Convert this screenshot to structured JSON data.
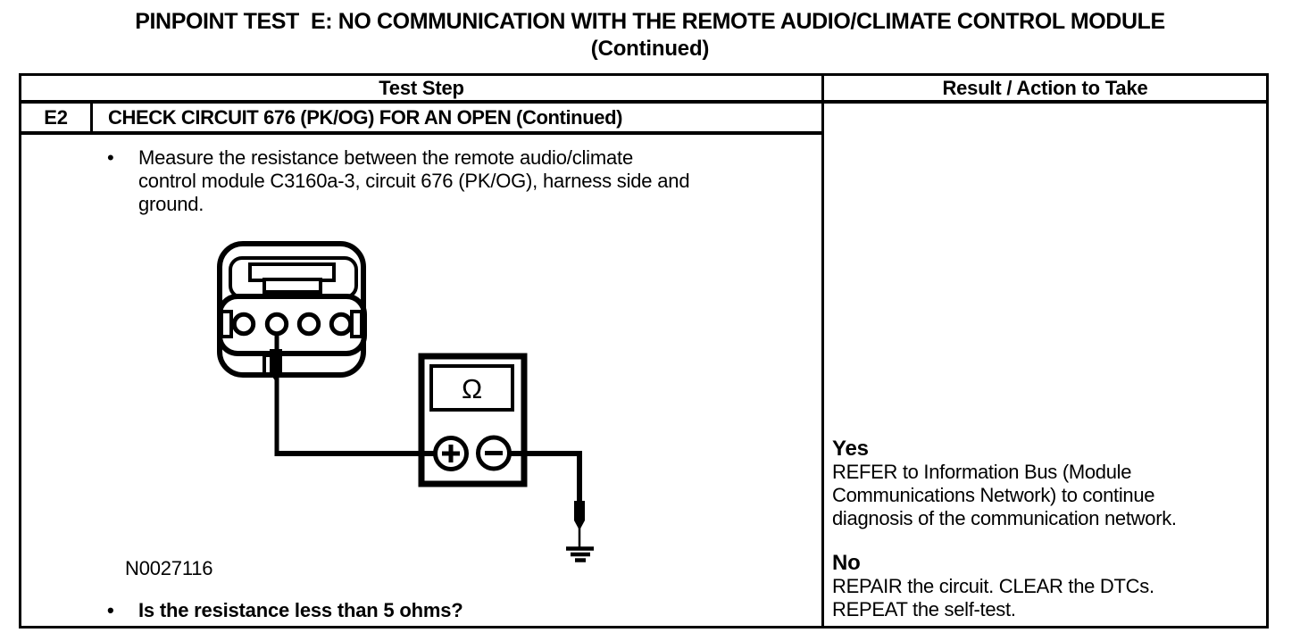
{
  "page": {
    "title_line1": "PINPOINT TEST  E: NO COMMUNICATION WITH THE REMOTE AUDIO/CLIMATE CONTROL MODULE",
    "title_line2": "(Continued)"
  },
  "table": {
    "header": {
      "test_step": "Test Step",
      "result_action": "Result / Action to Take"
    },
    "step": {
      "id": "E2",
      "title": "CHECK CIRCUIT 676 (PK/OG) FOR AN OPEN (Continued)",
      "bullet_glyph": "•",
      "instruction_lines": [
        "Measure the resistance between the remote audio/climate",
        "control module C3160a-3, circuit 676 (PK/OG), harness side and",
        "ground."
      ],
      "figure_label": "N0027116",
      "question": "Is the resistance less than 5 ohms?"
    },
    "results": {
      "yes_label": "Yes",
      "yes_lines": [
        "REFER to Information Bus (Module",
        "Communications Network) to continue",
        "diagnosis of the communication network."
      ],
      "no_label": "No",
      "no_lines": [
        "REPAIR the circuit. CLEAR the DTCs.",
        "REPEAT the self-test."
      ]
    }
  },
  "diagram": {
    "meter_display_symbol": "Ω"
  },
  "colors": {
    "ink": "#000000",
    "paper": "#ffffff"
  }
}
